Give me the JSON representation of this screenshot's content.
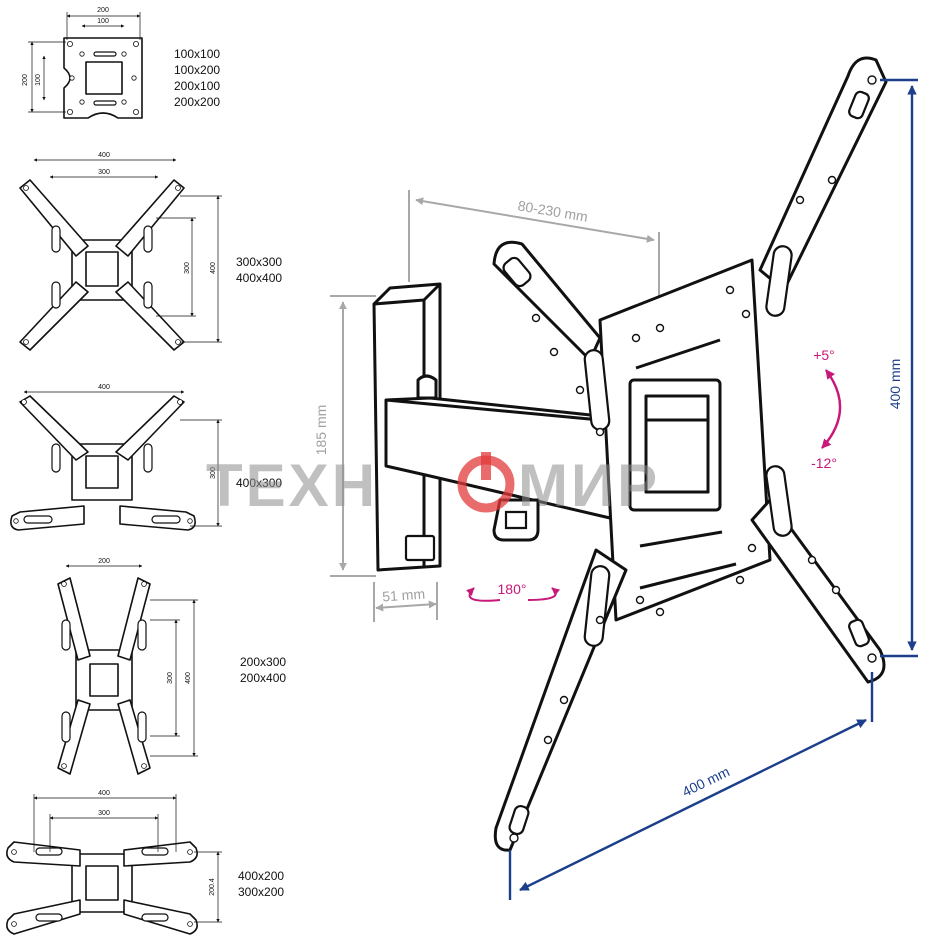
{
  "watermark": {
    "left": "ТЕХН",
    "right": "МИР",
    "power_color": "#e23a3a"
  },
  "colors": {
    "line": "#111111",
    "gray_dim": "#a8a8a8",
    "blue_dim": "#1c3f8c",
    "pink": "#c8187a"
  },
  "main": {
    "arm_extension": "80-230 mm",
    "wall_plate_height": "185 mm",
    "wall_plate_width": "51 mm",
    "swivel": "180°",
    "tilt_up": "+5°",
    "tilt_down": "-12°",
    "vesa_height": "400 mm",
    "vesa_width": "400 mm"
  },
  "configs": [
    {
      "dims": [
        "200",
        "100",
        "200",
        "100"
      ],
      "sizes": [
        "100x100",
        "100x200",
        "200x100",
        "200x200"
      ]
    },
    {
      "dims": [
        "400",
        "300",
        "300",
        "400"
      ],
      "sizes": [
        "300x300",
        "400x400"
      ]
    },
    {
      "dims": [
        "400",
        "300"
      ],
      "sizes": [
        "400x300"
      ]
    },
    {
      "dims": [
        "200",
        "300",
        "400"
      ],
      "sizes": [
        "200x300",
        "200x400"
      ]
    },
    {
      "dims": [
        "400",
        "300",
        "200.4"
      ],
      "sizes": [
        "400x200",
        "300x200"
      ]
    }
  ]
}
